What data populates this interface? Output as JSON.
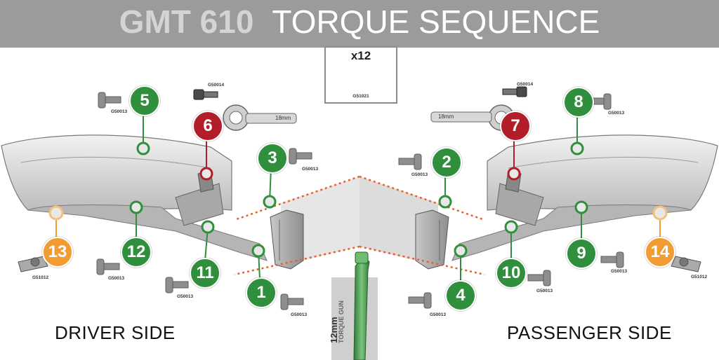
{
  "title": {
    "model": "GMT 610",
    "sequence": "TORQUE SEQUENCE"
  },
  "hardware_box": {
    "quantity": "x12",
    "part": "G51021"
  },
  "labels": {
    "driver_side": "DRIVER SIDE",
    "passenger_side": "PASSENGER SIDE"
  },
  "tool": {
    "size": "12mm",
    "name": "TORQUE GUN"
  },
  "wrench_size": "18mm",
  "parts": {
    "carriage_bolt": "G50013",
    "flange_bolt": "G50014",
    "clip_nut": "G51012"
  },
  "steps": [
    "1",
    "2",
    "3",
    "4",
    "5",
    "6",
    "7",
    "8",
    "9",
    "10",
    "11",
    "12",
    "13",
    "14"
  ],
  "colors": {
    "header": "#9b9b9b",
    "step_green": "#2f8f3c",
    "step_red": "#b31d2a",
    "step_orange": "#f29b30",
    "guide_dots": "#e8612c"
  }
}
